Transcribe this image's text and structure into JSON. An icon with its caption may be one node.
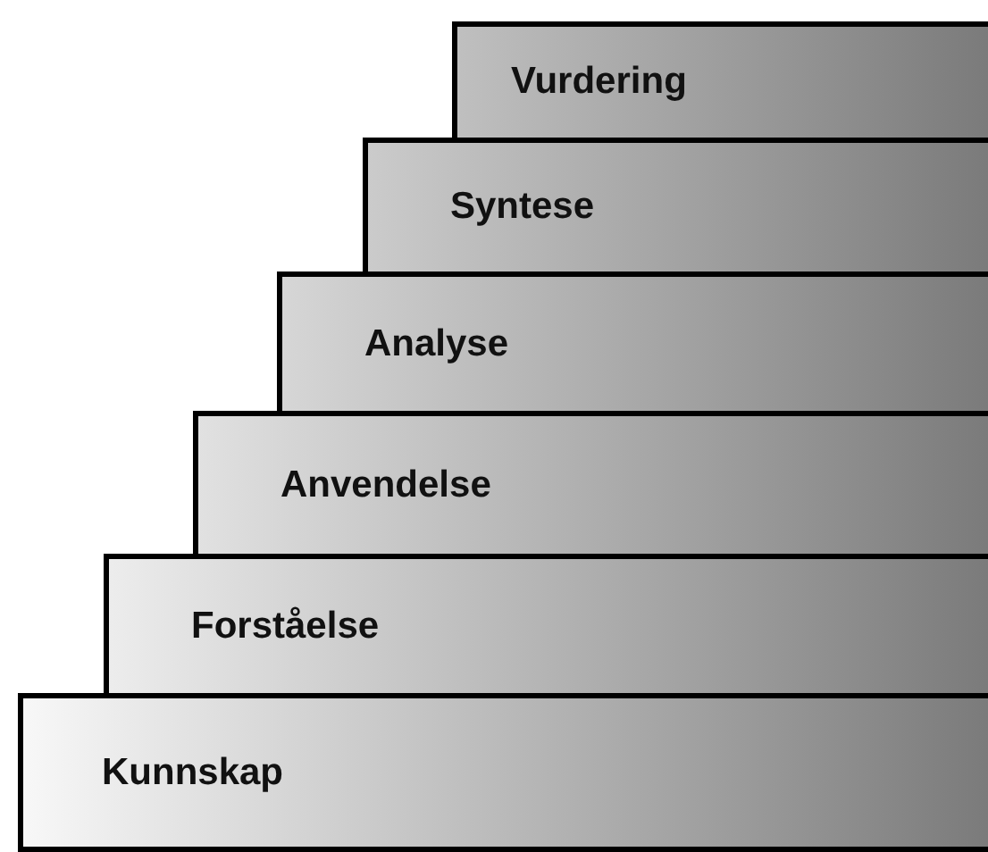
{
  "diagram": {
    "nodes": [
      {
        "text": [
          "Vurdering"
        ]
      },
      {
        "text": [
          "Syntese"
        ]
      },
      {
        "text": [
          "Analyse"
        ]
      },
      {
        "text": [
          "Anvendelse"
        ]
      },
      {
        "text": [
          "Forståelse"
        ]
      },
      {
        "text": [
          "Kunnskap"
        ]
      }
    ]
  }
}
